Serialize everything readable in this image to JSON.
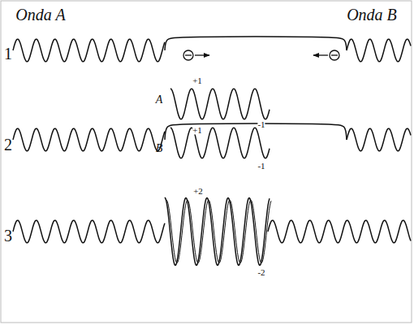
{
  "diagram": {
    "labels": [
      "Onda A",
      "Onda B",
      "1",
      "2",
      "3",
      "A",
      "B",
      "+1",
      "-1",
      "+1",
      "-1",
      "+2",
      "-2"
    ]
  }
}
